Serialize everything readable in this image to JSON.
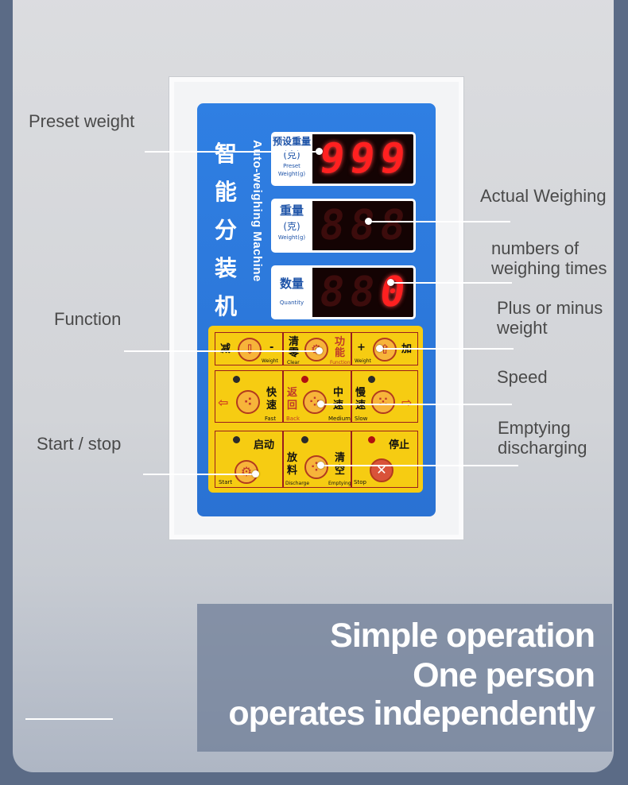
{
  "callouts": {
    "preset_weight": "Preset weight",
    "actual_weighing": "Actual Weighing",
    "numbers_of_weighing": "numbers of\nweighing times",
    "function": "Function",
    "plus_minus": "Plus or minus\nweight",
    "speed": "Speed",
    "start_stop": "Start / stop",
    "emptying": "Emptying\ndischarging"
  },
  "panel": {
    "title_cn": [
      "智",
      "能",
      "分",
      "装",
      "机"
    ],
    "title_en": "Auto-weighing Machine",
    "displays": [
      {
        "cn": "预设重量",
        "unit": "(克)",
        "en": "Preset Weight(g)",
        "digits": [
          "9",
          "9",
          "9"
        ],
        "lit": [
          true,
          true,
          true
        ]
      },
      {
        "cn": "重量",
        "unit": "(克)",
        "en": "Weight(g)",
        "digits": [
          "8",
          "8",
          "8"
        ],
        "lit": [
          false,
          false,
          false
        ]
      },
      {
        "cn": "数量",
        "unit": "",
        "en": "Quantity",
        "digits": [
          "8",
          "8",
          "0"
        ],
        "lit": [
          false,
          false,
          true
        ]
      }
    ],
    "keys": {
      "minus": {
        "cn": "减",
        "sign": "-",
        "en": "Weight"
      },
      "clear": {
        "cn1": "清",
        "cn2": "零",
        "en": "Clear"
      },
      "function": {
        "cn1": "功",
        "cn2": "能",
        "en": "Function"
      },
      "plus": {
        "cn": "加",
        "sign": "+",
        "en": "Weight"
      },
      "fast": {
        "cn1": "快",
        "cn2": "速",
        "en": "Fast"
      },
      "back": {
        "cn1": "返",
        "cn2": "回",
        "en": "Back"
      },
      "medium": {
        "cn1": "中",
        "cn2": "速",
        "en": "Medium"
      },
      "slow": {
        "cn1": "慢",
        "cn2": "速",
        "en": "Slow"
      },
      "start": {
        "cn": "启动",
        "en": "Start"
      },
      "discharge": {
        "cn1": "放",
        "cn2": "料",
        "en": "Discharge"
      },
      "empty": {
        "cn1": "清",
        "cn2": "空",
        "en": "Emptying"
      },
      "stop": {
        "cn": "停止",
        "en": "Stop"
      }
    }
  },
  "slogan": {
    "line1": "Simple operation",
    "line2": "One person",
    "line3": "operates independently"
  },
  "colors": {
    "panel_blue": "#2c77d9",
    "keypad_yellow": "#f6cc12",
    "led_red": "#ff2020"
  }
}
